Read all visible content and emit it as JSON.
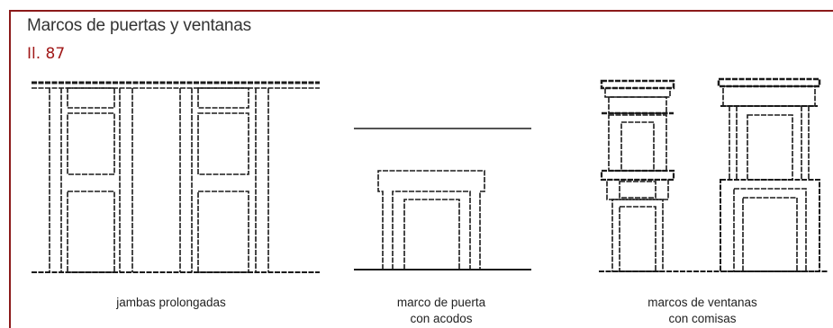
{
  "header": {
    "title": "Marcos de puertas y ventanas",
    "subtitle": "Il. 87"
  },
  "captions": {
    "jambas": [
      "jambas prolongadas"
    ],
    "puerta": [
      "marco de puerta",
      "con acodos"
    ],
    "ventanas": [
      "marcos de ventanas",
      "con comisas"
    ]
  },
  "colors": {
    "frame": "#8b1a1a",
    "subtitle": "#a01818",
    "ink": "#1a1a1a"
  }
}
